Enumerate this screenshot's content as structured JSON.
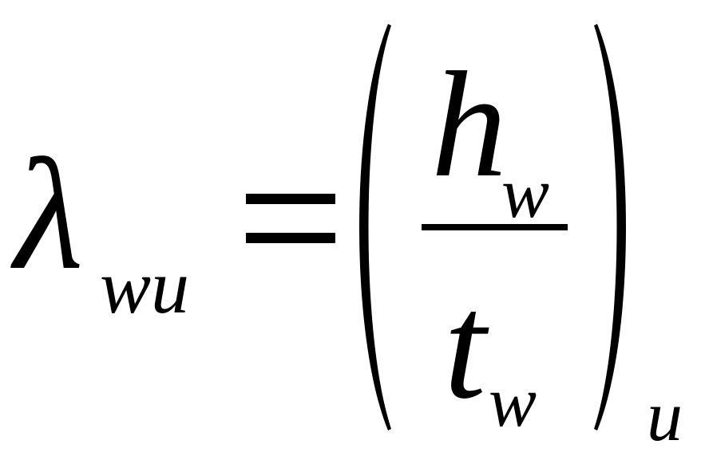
{
  "formula": {
    "lhs_symbol": "λ",
    "lhs_subscript": "wu",
    "equals_sign": "=",
    "numerator_symbol": "h",
    "numerator_subscript": "w",
    "denominator_symbol": "t",
    "denominator_subscript": "w",
    "outer_subscript": "u"
  }
}
